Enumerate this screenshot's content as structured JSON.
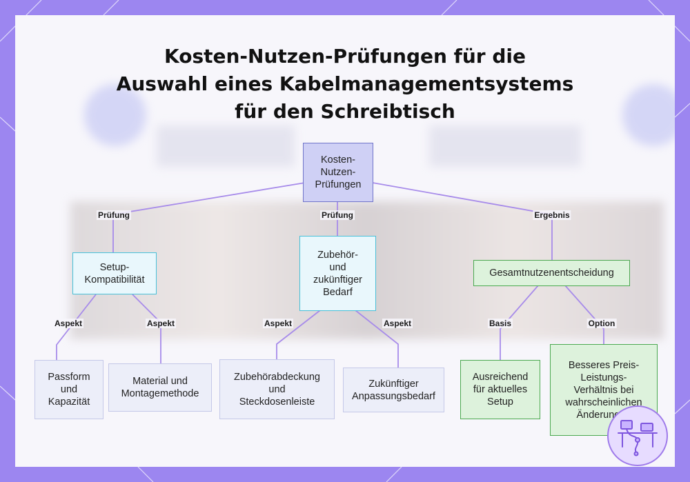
{
  "title": {
    "line1": "Kosten-Nutzen-Prüfungen für die",
    "line2": "Auswahl eines Kabelmanagementsystems",
    "line3": "für den Schreibtisch"
  },
  "nodes": {
    "root": "Kosten-\nNutzen-\nPrüfungen",
    "setup": "Setup-\nKompatibilität",
    "zubehoer": "Zubehör-\nund\nzukünftiger\nBedarf",
    "gesamt": "Gesamtnutzenentscheidung",
    "passform": "Passform\nund\nKapazität",
    "material": "Material und\nMontagemethode",
    "abdeckung": "Zubehörabdeckung\nund\nSteckdosenleiste",
    "anpassung": "Zukünftiger\nAnpassungsbedarf",
    "ausreichend": "Ausreichend\nfür aktuelles\nSetup",
    "besseres": "Besseres Preis-\nLeistungs-\nVerhältnis bei\nwahrscheinlichen\nÄnderungen"
  },
  "edge_labels": {
    "root_setup": "Prüfung",
    "root_zubehoer": "Prüfung",
    "root_gesamt": "Ergebnis",
    "setup_passform": "Aspekt",
    "setup_material": "Aspekt",
    "zubehoer_abdeckung": "Aspekt",
    "zubehoer_anpassung": "Aspekt",
    "gesamt_ausreichend": "Basis",
    "gesamt_besseres": "Option"
  },
  "colors": {
    "frame": "#9c86f0",
    "edge": "#a78bea",
    "root_fill": "#cfd0f5",
    "cyan_border": "#47c0d8",
    "green_border": "#4aa84f"
  },
  "icons": {
    "badge": "desk-setup-icon"
  }
}
